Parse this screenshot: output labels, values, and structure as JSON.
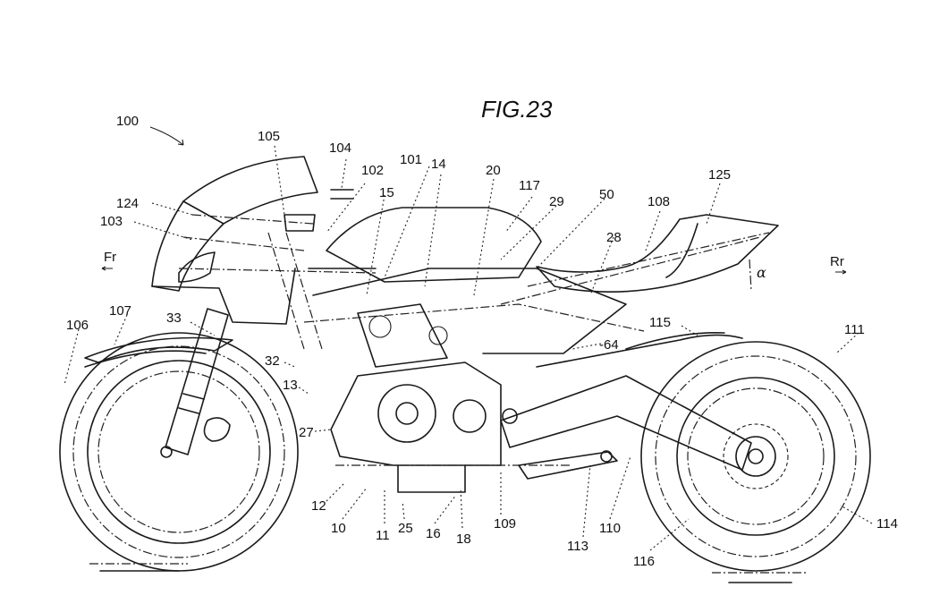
{
  "figure": {
    "title": "FIG.23",
    "subject": "motorcycle side view",
    "direction_front": "Fr",
    "direction_rear": "Rr",
    "angle_symbol": "α"
  },
  "reference_numerals": [
    {
      "id": "n100",
      "text": "100"
    },
    {
      "id": "n105",
      "text": "105"
    },
    {
      "id": "n104",
      "text": "104"
    },
    {
      "id": "n102",
      "text": "102"
    },
    {
      "id": "n101",
      "text": "101"
    },
    {
      "id": "n14",
      "text": "14"
    },
    {
      "id": "n20",
      "text": "20"
    },
    {
      "id": "n117",
      "text": "117"
    },
    {
      "id": "n29",
      "text": "29"
    },
    {
      "id": "n50",
      "text": "50"
    },
    {
      "id": "n108",
      "text": "108"
    },
    {
      "id": "n125",
      "text": "125"
    },
    {
      "id": "n124",
      "text": "124"
    },
    {
      "id": "n103",
      "text": "103"
    },
    {
      "id": "n15",
      "text": "15"
    },
    {
      "id": "n28",
      "text": "28"
    },
    {
      "id": "n107",
      "text": "107"
    },
    {
      "id": "n106",
      "text": "106"
    },
    {
      "id": "n33",
      "text": "33"
    },
    {
      "id": "n32",
      "text": "32"
    },
    {
      "id": "n13",
      "text": "13"
    },
    {
      "id": "n27",
      "text": "27"
    },
    {
      "id": "n64",
      "text": "-64"
    },
    {
      "id": "n115",
      "text": "115"
    },
    {
      "id": "n111",
      "text": "111"
    },
    {
      "id": "n12",
      "text": "12"
    },
    {
      "id": "n10",
      "text": "10"
    },
    {
      "id": "n11",
      "text": "11"
    },
    {
      "id": "n25",
      "text": "25"
    },
    {
      "id": "n16",
      "text": "16"
    },
    {
      "id": "n18",
      "text": "18"
    },
    {
      "id": "n109",
      "text": "109"
    },
    {
      "id": "n113",
      "text": "113"
    },
    {
      "id": "n110",
      "text": "110"
    },
    {
      "id": "n116",
      "text": "116"
    },
    {
      "id": "n114",
      "text": "114"
    }
  ]
}
